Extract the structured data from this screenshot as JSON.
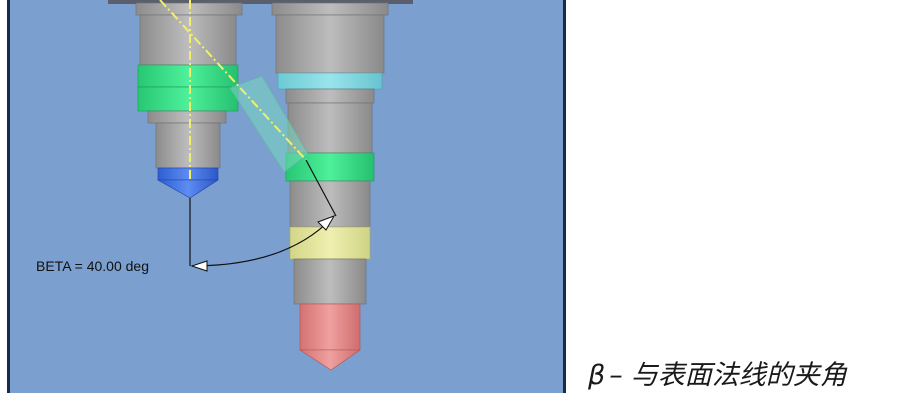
{
  "annotation": {
    "beta_label": "BETA = 40.00 deg"
  },
  "caption": {
    "symbol": "β",
    "dash": "–",
    "text": "与表面法线的夹角"
  },
  "colors": {
    "background": "#7b9fcf",
    "tool_gray": "#a8a8a8",
    "band_green": "#33dd86",
    "band_cyan": "#7fd6df",
    "band_yellow": "#e2e59a",
    "tip_blue": "#3d6fe0",
    "tip_red": "#e38888",
    "centerline": "#f2ef6a"
  }
}
